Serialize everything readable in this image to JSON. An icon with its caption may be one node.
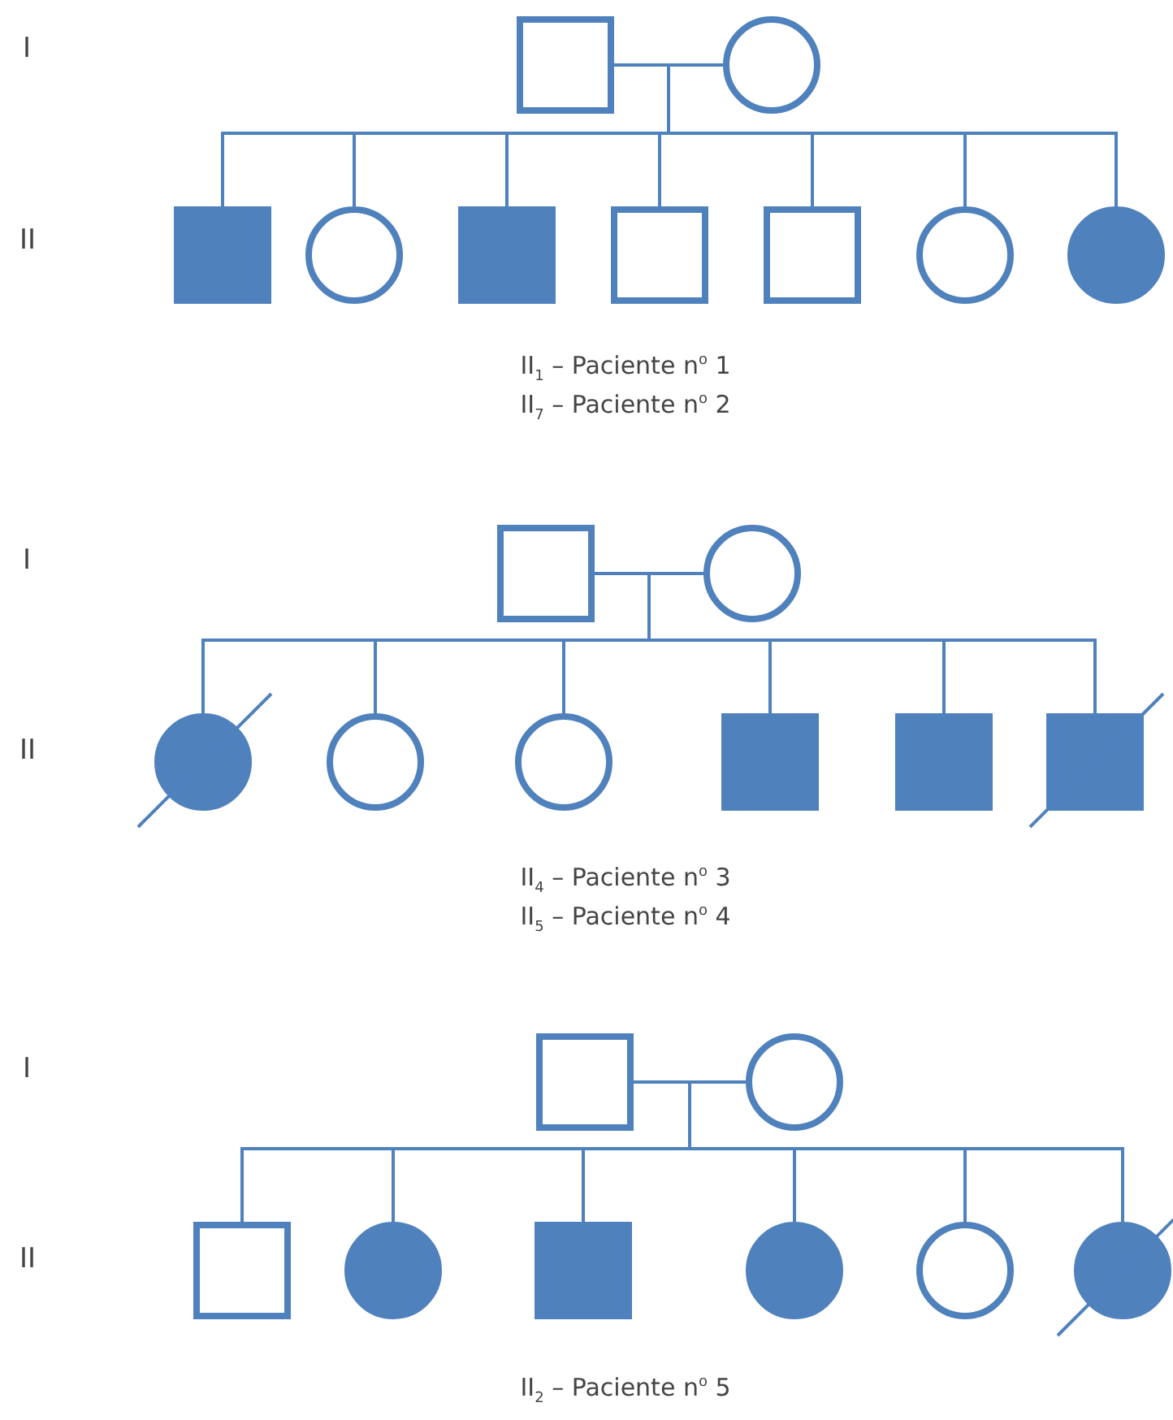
{
  "diagram": {
    "nodes": [
      {
        "text": [],
        "shape": "box"
      },
      {
        "text": [],
        "shape": "circle"
      },
      {
        "text": [],
        "shape": "filled-box"
      },
      {
        "text": [],
        "shape": "circle"
      },
      {
        "text": [],
        "shape": "filled-box"
      },
      {
        "text": [],
        "shape": "box"
      },
      {
        "text": [],
        "shape": "box"
      },
      {
        "text": [],
        "shape": "circle"
      },
      {
        "text": [],
        "shape": "filled-circle"
      },
      {
        "text": [],
        "shape": "box"
      },
      {
        "text": [],
        "shape": "circle"
      },
      {
        "text": [],
        "shape": "struck-filled-circle"
      },
      {
        "text": [],
        "shape": "circle"
      },
      {
        "text": [],
        "shape": "circle"
      },
      {
        "text": [],
        "shape": "filled-box"
      },
      {
        "text": [],
        "shape": "filled-box"
      },
      {
        "text": [],
        "shape": "struck-filled-box"
      },
      {
        "text": [],
        "shape": "box"
      },
      {
        "text": [],
        "shape": "circle"
      },
      {
        "text": [],
        "shape": "box"
      },
      {
        "text": [],
        "shape": "filled-circle"
      },
      {
        "text": [],
        "shape": "filled-box"
      },
      {
        "text": [],
        "shape": "filled-circle"
      },
      {
        "text": [],
        "shape": "circle"
      },
      {
        "text": [],
        "shape": "struck-filled-circle"
      }
    ],
    "edges": [
      {
        "from": 0,
        "to": 1,
        "arrow": "none"
      },
      {
        "from": 0,
        "to": 2,
        "arrow": "none"
      },
      {
        "from": 0,
        "to": 3,
        "arrow": "none"
      },
      {
        "from": 0,
        "to": 4,
        "arrow": "none"
      },
      {
        "from": 0,
        "to": 5,
        "arrow": "none"
      },
      {
        "from": 0,
        "to": 6,
        "arrow": "none"
      },
      {
        "from": 0,
        "to": 7,
        "arrow": "none"
      },
      {
        "from": 0,
        "to": 8,
        "arrow": "none"
      },
      {
        "from": 9,
        "to": 10,
        "arrow": "none"
      },
      {
        "from": 9,
        "to": 11,
        "arrow": "none"
      },
      {
        "from": 9,
        "to": 12,
        "arrow": "none"
      },
      {
        "from": 9,
        "to": 13,
        "arrow": "none"
      },
      {
        "from": 9,
        "to": 14,
        "arrow": "none"
      },
      {
        "from": 9,
        "to": 15,
        "arrow": "none"
      },
      {
        "from": 9,
        "to": 16,
        "arrow": "none"
      },
      {
        "from": 17,
        "to": 18,
        "arrow": "none"
      },
      {
        "from": 17,
        "to": 19,
        "arrow": "none"
      },
      {
        "from": 17,
        "to": 20,
        "arrow": "none"
      },
      {
        "from": 17,
        "to": 21,
        "arrow": "none"
      },
      {
        "from": 17,
        "to": 22,
        "arrow": "none"
      },
      {
        "from": 17,
        "to": 23,
        "arrow": "none"
      },
      {
        "from": 17,
        "to": 24,
        "arrow": "none"
      }
    ],
    "labels": [
      "I",
      "II",
      "II$_{1}$ – Paciente n$^{o}$ 1",
      "II$_{7}$ – Paciente n$^{o}$ 2",
      "I",
      "II",
      "II$_{4}$ – Paciente n$^{o}$ 3",
      "II$_{5}$ – Paciente n$^{o}$ 4",
      "I",
      "II",
      "II$_{2}$ – Paciente n$^{o}$ 5"
    ]
  }
}
